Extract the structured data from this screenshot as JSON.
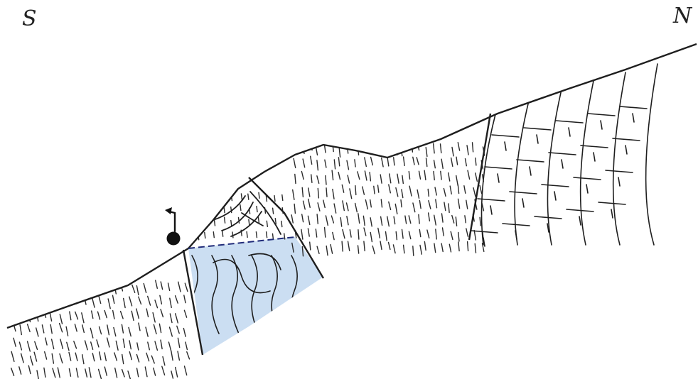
{
  "diagram": {
    "compass": {
      "left": "S",
      "right": "N"
    },
    "colors": {
      "ink": "#1e1e1e",
      "water": "#b9d3ee",
      "water_table": "#1f2a78"
    },
    "features": [
      "ground-surface",
      "vertical-fault",
      "dipping-fault",
      "water-saturated-zone",
      "water-table",
      "spring-marker",
      "cross-bedded-strata",
      "tilted-blocky-strata"
    ]
  }
}
